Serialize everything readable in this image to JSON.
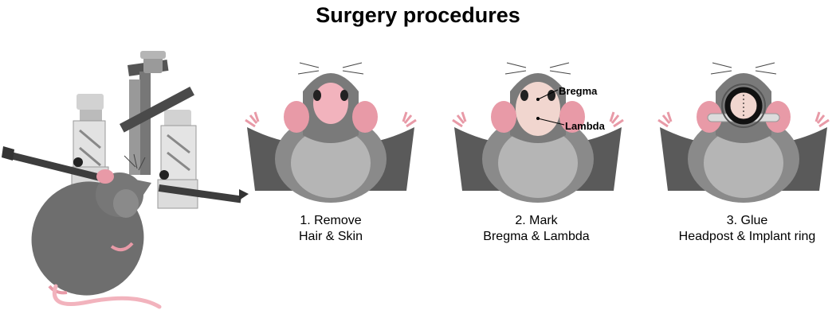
{
  "figure": {
    "title": "Surgery procedures",
    "steps": [
      {
        "line1": "1. Remove",
        "line2": "Hair & Skin"
      },
      {
        "line1": "2. Mark",
        "line2": "Bregma & Lambda"
      },
      {
        "line1": "3. Glue",
        "line2": "Headpost & Implant ring"
      }
    ],
    "annotations": {
      "bregma": "Bregma",
      "lambda": "Lambda"
    }
  },
  "colors": {
    "fur_dark": "#5a5a5a",
    "fur_mid": "#8a8a8a",
    "fur_light": "#b5b5b5",
    "skin_pink": "#f2b3bd",
    "ear_pink": "#e89aa7",
    "skull": "#f1d6cf",
    "apparatus": "#c9c9c9"
  }
}
